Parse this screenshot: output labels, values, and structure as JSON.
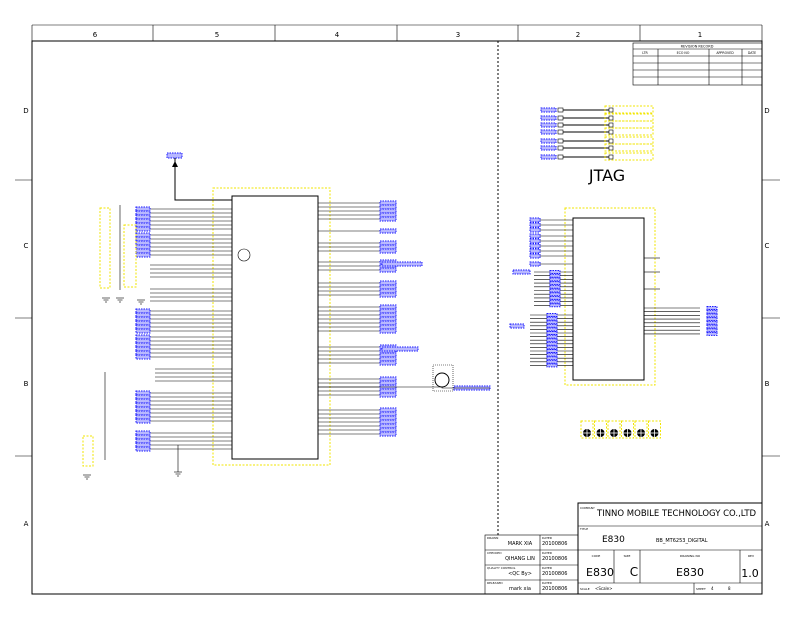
{
  "border": {
    "columns": [
      "6",
      "5",
      "4",
      "3",
      "2",
      "1"
    ],
    "rows": [
      "D",
      "C",
      "B",
      "A"
    ]
  },
  "revision_record": {
    "title": "REVISION RECORD",
    "columns": [
      "LTR",
      "ECO NO",
      "APPROVED",
      "DATE"
    ]
  },
  "jtag_label": "JTAG",
  "title_block": {
    "company_label": "COMPANY",
    "company": "TINNO MOBILE TECHNOLOGY CO.,LTD",
    "title_label": "TITLE",
    "title": "E830",
    "subtitle": "BB_MT6253_DIGITAL",
    "code_label": "CODE",
    "code": "E830",
    "size_label": "SIZE",
    "size": "C",
    "drawing_no_label": "DRAWING NO",
    "drawing_no": "E830",
    "rev_label": "REV",
    "rev": "1.0",
    "scale_label": "SCALE",
    "scale": "<Scale>",
    "sheet_label": "SHEET",
    "sheet": "4",
    "sheet_of": "8",
    "sign_rows": [
      {
        "label": "DRAWN",
        "name": "MARK XIA",
        "date_label": "DATED",
        "date": "20100806"
      },
      {
        "label": "CHECKED",
        "name": "QIHANG LIN",
        "date_label": "DATED",
        "date": "20100806"
      },
      {
        "label": "QUALITY CONTROL",
        "name": "<QC By>",
        "date_label": "DATED",
        "date": "20100806"
      },
      {
        "label": "RELEASED",
        "name": "mark xia",
        "date_label": "DATED",
        "date": "20100806"
      }
    ]
  },
  "colors": {
    "net_label": "#1a1aff",
    "component_outline": "#f2e600",
    "wire": "#000000"
  }
}
